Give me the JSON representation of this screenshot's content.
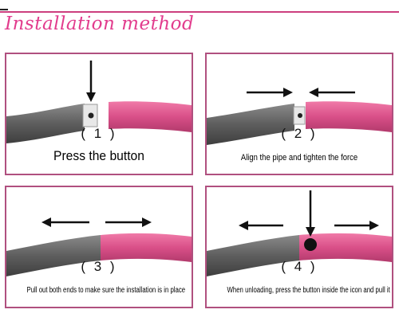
{
  "title": "Installation method",
  "steps": [
    {
      "number": "( 1 )",
      "caption": "Press the button"
    },
    {
      "number": "( 2 )",
      "caption": "Align the pipe and tighten the force"
    },
    {
      "number": "( 3 )",
      "caption": "Pull out both ends to make sure the installation is in place"
    },
    {
      "number": "( 4 )",
      "caption": "When unloading, press the button inside the icon and pull it out"
    }
  ],
  "colors": {
    "accent": "#e23c8d",
    "border": "#b0507f",
    "foam_gray": "#6b6b6b",
    "foam_pink": "#d9558e"
  },
  "icons": [
    "down-arrow-icon",
    "right-arrow-icon",
    "left-arrow-icon",
    "button-dot-icon"
  ]
}
